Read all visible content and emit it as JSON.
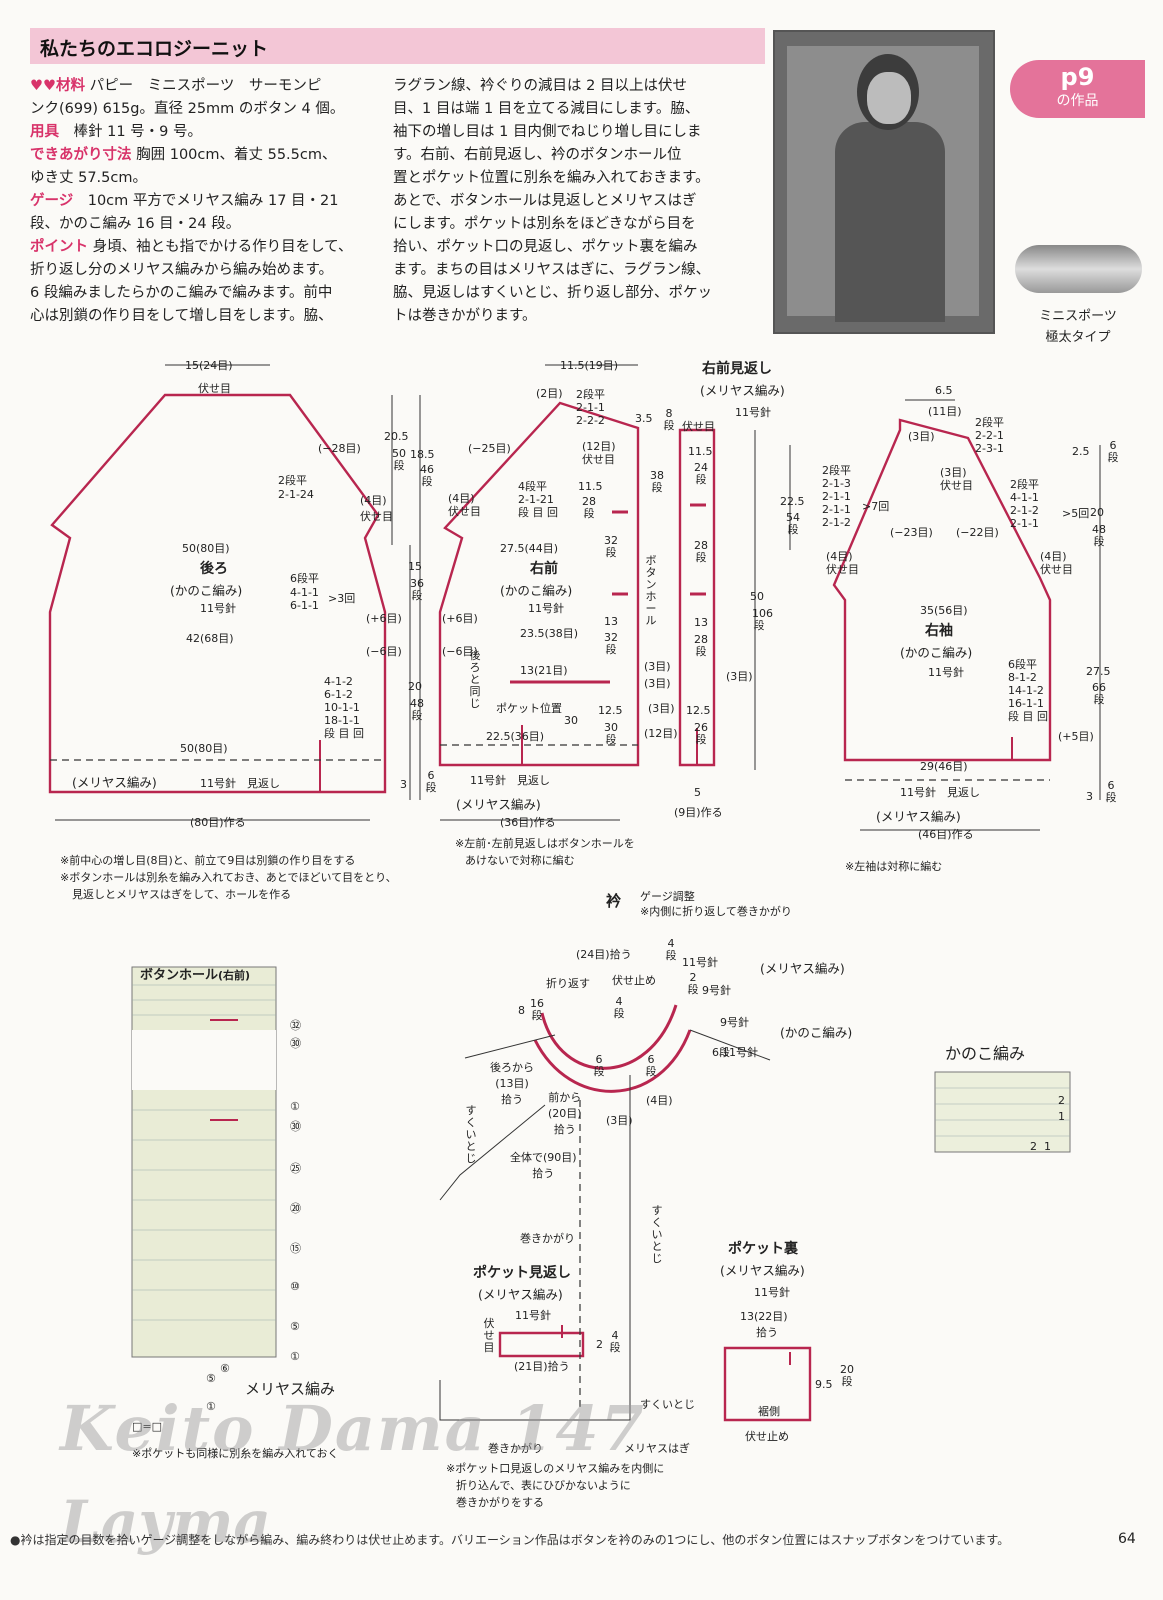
{
  "header": {
    "title": "私たちのエコロジーニット"
  },
  "tag": {
    "page": "p9",
    "sub": "の作品"
  },
  "yarn": {
    "name": "ミニスポーツ",
    "type": "極太タイプ"
  },
  "materials": {
    "label": "♥♥材料",
    "lines": [
      "パピー　ミニスポーツ　サーモンピ",
      "ンク(699) 615g。直径 25mm のボタン 4 個。"
    ],
    "tools_label": "用具",
    "tools": "棒針 11 号・9 号。",
    "size_label": "できあがり寸法",
    "size": "胸囲 100cm、着丈 55.5cm、",
    "size2": "ゆき丈 57.5cm。",
    "gauge_label": "ゲージ",
    "gauge": "10cm 平方でメリヤス編み 17 目・21",
    "gauge2": "段、かのこ編み 16 目・24 段。",
    "point_label": "ポイント",
    "point": "身頃、袖とも指でかける作り目をして、",
    "point2": "折り返し分のメリヤス編みから編み始めます。",
    "point3": "6 段編みましたらかのこ編みで編みます。前中",
    "point4": "心は別鎖の作り目をして増し目をします。脇、"
  },
  "col2": [
    "ラグラン線、衿ぐりの減目は 2 目以上は伏せ",
    "目、1 目は端 1 目を立てる減目にします。脇、",
    "袖下の増し目は 1 目内側でねじり増し目にしま",
    "す。右前、右前見返し、衿のボタンホール位",
    "置とポケット位置に別糸を編み入れておきます。",
    "あとで、ボタンホールは見返しとメリヤスはぎ",
    "にします。ポケットは別糸をほどきながら目を",
    "拾い、ポケット口の見返し、ポケット裏を編み",
    "ます。まちの目はメリヤスはぎに、ラグラン線、",
    "脇、見返しはすくいとじ、折り返し部分、ポケッ",
    "トは巻きかがります。"
  ],
  "back": {
    "title": "後ろ",
    "stitch": "(かのこ編み)",
    "needle": "11号針",
    "top": "15(24目)",
    "bind": "伏せ目",
    "raglan": "(−28目)",
    "rag_rule": "2段平\n2-1-24",
    "under": "(4目)\n伏せ目",
    "w50": "50(80目)",
    "w42": "42(68目)",
    "w50b": "50(80目)",
    "dec": "6段平\n4-1-1\n6-1-1",
    "dec_n": ">3回",
    "inc": "4-1-2\n6-1-2\n10-1-1\n18-1-1\n段 目 回",
    "hem": "(メリヤス編み)",
    "hem_needle": "11号針　見返し",
    "cast": "(80目)作る",
    "p6": "(+6目)",
    "m6": "(−6目)"
  },
  "dims": {
    "h205": "20.5",
    "h205s": "50段",
    "h185": "18.5",
    "h185s": "46段",
    "h15": "15",
    "h15s": "36段",
    "h20": "20",
    "h20s": "48段",
    "h3": "3",
    "h3s": "6段"
  },
  "front": {
    "title": "右前",
    "stitch": "(かのこ編み)",
    "needle": "11号針",
    "top": "11.5(19目)",
    "top2": "(2目)",
    "neck": "2段平\n2-1-1\n2-2-2",
    "neck2": "(12目)\n伏せ目",
    "raglan": "(−25目)",
    "rag_rule": "4段平\n2-1-21\n段 目 回",
    "under": "(4目)\n伏せ目",
    "w275": "27.5(44目)",
    "w235": "23.5(38目)",
    "pocket_w": "13(21目)",
    "pocket_pos": "ポケット位置",
    "w225": "22.5(36目)",
    "same": "後ろと同じ",
    "hem": "(メリヤス編み)",
    "hem_needle": "11号針　見返し",
    "cast": "(36目)作る",
    "v35": "3.5",
    "v35s": "8段",
    "v115": "11.5",
    "v115s": "28段",
    "v13": "13",
    "v13s": "32段",
    "v30": "30",
    "v30s": "32段",
    "v125": "12.5",
    "v125s": "30段",
    "v12": "(12目)",
    "bh": "ボタンホール",
    "s3a": "(3目)",
    "s3b": "(3目)",
    "s3c": "(3目)",
    "s3d": "(3目)",
    "v38": "38段"
  },
  "facing": {
    "title": "右前見返し",
    "stitch": "(メリヤス編み)",
    "needle": "11号針",
    "bind": "伏せ目",
    "a": "11.5",
    "as": "24段",
    "b": "28段",
    "c": "13",
    "cs": "28段",
    "d": "12.5",
    "ds": "26段",
    "w5": "5",
    "cast": "(9目)作る",
    "s3": "(3目)",
    "h50": "50",
    "h50s": "106段",
    "h225": "22.5",
    "h225s": "54段"
  },
  "sleeve": {
    "title": "右袖",
    "stitch": "(かのこ編み)",
    "needle": "11号針",
    "top": "6.5",
    "top2": "(11目)",
    "top3": "(3目)",
    "rule1": "2段平\n2-2-1\n2-3-1",
    "bind": "(3目)\n伏せ目",
    "rule2": "2段平\n2-1-3\n2-1-1\n2-1-1\n2-1-2",
    "n7": ">7回",
    "rule3": "2段平\n4-1-1\n2-1-2\n2-1-1",
    "n5": ">5回",
    "m23": "(−23目)",
    "m22": "(−22目)",
    "under": "(4目)\n伏せ目",
    "under2": "(4目)\n伏せ目",
    "w35": "35(56目)",
    "inc": "6段平\n8-1-2\n14-1-2\n16-1-1\n段 目 回",
    "p5": "(+5目)",
    "w29": "29(46目)",
    "hem_needle": "11号針　見返し",
    "hem": "(メリヤス編み)",
    "cast": "(46目)作る",
    "h25": "2.5",
    "h25s": "6段",
    "h20": "20",
    "h20s": "48段",
    "h275": "27.5",
    "h275s": "66段",
    "h3": "3",
    "h3s": "6段"
  },
  "notes": {
    "n1": "※前中心の増し目(8目)と、前立て9目は別鎖の作り目をする",
    "n2": "※ボタンホールは別糸を編み入れておき、あとでほどいて目をとり、",
    "n3": "見返しとメリヤスはぎをして、ホールを作る",
    "n4": "※左前･左前見返しはボタンホールを",
    "n5": "あけないで対称に編む",
    "n6": "※左袖は対称に編む"
  },
  "collar": {
    "title": "衿",
    "gauge": "ゲージ調整",
    "note": "※内側に折り返して巻きかがり",
    "s24": "(24目)拾う",
    "fold": "折り返す",
    "bind": "伏せ止め",
    "n4a": "4段",
    "n11": "11号針",
    "n2": "2段",
    "n9a": "9号針",
    "n4b": "4段",
    "n9b": "9号針",
    "n6": "6段",
    "n11b": "11号針",
    "meri": "(メリヤス編み)",
    "kanoko": "(かのこ編み)",
    "n8": "8",
    "n16": "16段",
    "back": "後ろから\n(13目)\n拾う",
    "front": "前から\n(20目)\n拾う",
    "s3": "(3目)",
    "s4": "(4目)",
    "s6a": "6段",
    "s6b": "6段",
    "s4c": "4段",
    "total": "全体で(90目)\n拾う",
    "suku": "すくいとじ",
    "maki": "巻きかがり",
    "suku2": "すくいとじ"
  },
  "pocket_facing": {
    "title": "ポケット見返し",
    "stitch": "(メリヤス編み)",
    "needle": "11号針",
    "bind": "伏せ目",
    "pick": "(21目)拾う",
    "h2": "2",
    "h2s": "4段",
    "suku": "すくいとじ",
    "maki": "巻きかがり",
    "meri": "メリヤスはぎ",
    "note1": "※ポケット口見返しのメリヤス編みを内側に",
    "note2": "折り込んで、表にひびかないように",
    "note3": "巻きかがりをする"
  },
  "pocket_back": {
    "title": "ポケット裏",
    "stitch": "(メリヤス編み)",
    "needle": "11号針",
    "w13": "13(22目)",
    "pick": "拾う",
    "h95": "9.5",
    "h95s": "20段",
    "side": "裾側",
    "bind": "伏せ止め"
  },
  "buttonhole": {
    "title": "ボタンホール",
    "sub": "(右前)",
    "r32": "㉜",
    "r30": "㉚",
    "r1": "①",
    "r30b": "㉚",
    "r25": "㉕",
    "r20": "⑳",
    "r15": "⑮",
    "r10": "⑩",
    "r5": "⑤",
    "r1b": "①",
    "r6": "⑥",
    "r5b": "⑤",
    "r1c": "①",
    "meri": "メリヤス編み",
    "legend": "□=□",
    "note": "※ポケットも同様に別糸を編み入れておく"
  },
  "kanoko_chart": {
    "title": "かのこ編み",
    "r2": "2",
    "r1": "1",
    "c2": "2",
    "c1": "1"
  },
  "footer": {
    "text": "●衿は指定の目数を拾いゲージ調整をしながら編み、編み終わりは伏せ止めます。バリエーション作品はボタンを衿のみの1つにし、他のボタン位置にはスナップボタンをつけています。",
    "page": "64"
  },
  "watermark": {
    "line1": "Keito Dama 147",
    "line2": "Layma"
  }
}
